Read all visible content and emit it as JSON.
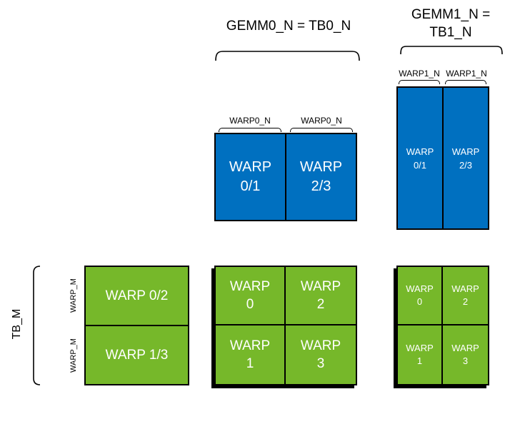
{
  "colors": {
    "blue": "#0070C0",
    "green": "#76B82A",
    "outline": "#000000",
    "label_text": "#000000",
    "cell_text": "#FFFFFF"
  },
  "header": {
    "gemm0_span_label": "GEMM0_N = TB0_N",
    "gemm1_span_label_line1": "GEMM1_N =",
    "gemm1_span_label_line2": "TB1_N"
  },
  "col_labels": {
    "warp0_n_left": "WARP0_N",
    "warp0_n_right": "WARP0_N",
    "warp1_n_left": "WARP1_N",
    "warp1_n_right": "WARP1_N"
  },
  "row_labels": {
    "tb_m": "TB_M",
    "warp_m_top": "WARP_M",
    "warp_m_bottom": "WARP_M"
  },
  "b0_tile": {
    "cells": [
      {
        "line1": "WARP",
        "line2": "0/1"
      },
      {
        "line1": "WARP",
        "line2": "2/3"
      }
    ]
  },
  "b1_tile": {
    "cells": [
      {
        "line1": "WARP",
        "line2": "0/1"
      },
      {
        "line1": "WARP",
        "line2": "2/3"
      }
    ]
  },
  "a_tile": {
    "rows": [
      {
        "label": "WARP 0/2"
      },
      {
        "label": "WARP 1/3"
      }
    ]
  },
  "c0_tile": {
    "cells": [
      {
        "line1": "WARP",
        "line2": "0"
      },
      {
        "line1": "WARP",
        "line2": "2"
      },
      {
        "line1": "WARP",
        "line2": "1"
      },
      {
        "line1": "WARP",
        "line2": "3"
      }
    ]
  },
  "c1_tile": {
    "cells": [
      {
        "line1": "WARP",
        "line2": "0"
      },
      {
        "line1": "WARP",
        "line2": "2"
      },
      {
        "line1": "WARP",
        "line2": "1"
      },
      {
        "line1": "WARP",
        "line2": "3"
      }
    ]
  }
}
